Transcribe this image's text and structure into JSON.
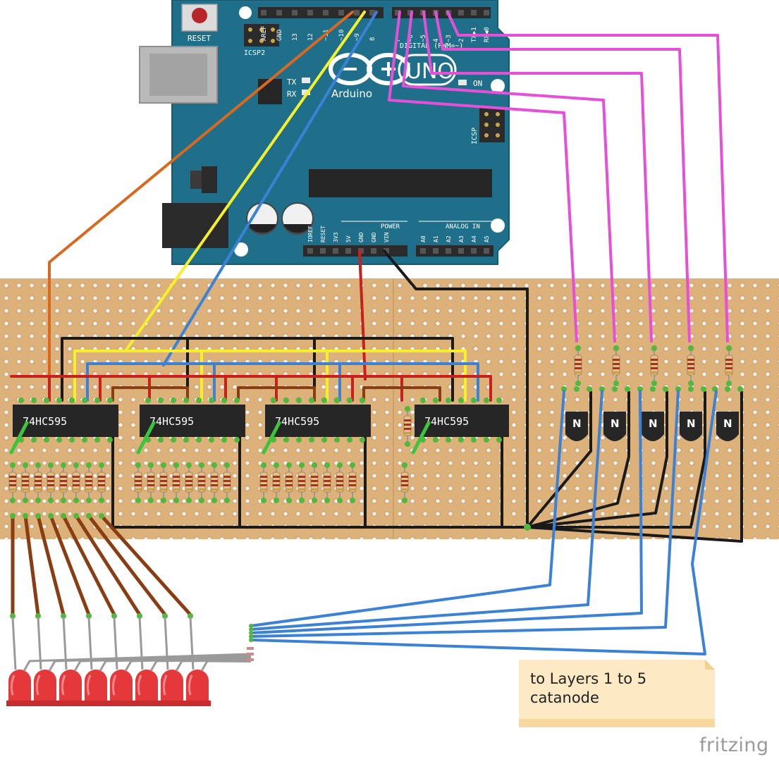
{
  "board": {
    "name": "UNO",
    "brand": "Arduino",
    "reset_label": "RESET",
    "icsp2_label": "ICSP2",
    "icsp_label": "ICSP",
    "tx_label": "TX",
    "rx_label": "RX",
    "on_label": "ON",
    "digital_label": "DIGITAL (PWM=~)",
    "power_label": "POWER",
    "analog_label": "ANALOG IN",
    "digital_pins_left": [
      "AREF",
      "GND",
      "13",
      "12",
      "~11",
      "~10",
      "~9",
      "8"
    ],
    "digital_pins_right": [
      "7",
      "~6",
      "~5",
      "4",
      "~3",
      "2",
      "TX▶1",
      "RX◀0"
    ],
    "power_pins": [
      "IOREF",
      "RESET",
      "3V3",
      "5V",
      "GND",
      "GND",
      "VIN"
    ],
    "analog_pins": [
      "A0",
      "A1",
      "A2",
      "A3",
      "A4",
      "A5"
    ]
  },
  "chips": [
    {
      "label": "74HC595"
    },
    {
      "label": "74HC595"
    },
    {
      "label": "74HC595"
    },
    {
      "label": "74HC595"
    }
  ],
  "transistors": [
    {
      "label": "N"
    },
    {
      "label": "N"
    },
    {
      "label": "N"
    },
    {
      "label": "N"
    },
    {
      "label": "N"
    }
  ],
  "note": {
    "line1": "to Layers 1 to 5",
    "line2": "catanode"
  },
  "brand_label": "fritzing",
  "colors": {
    "board": "#1f6f8b",
    "perfboard": "#dcb17a",
    "wire_orange": "#d9691f",
    "wire_yellow": "#f5f02a",
    "wire_blue": "#3b82d6",
    "wire_magenta": "#e64fd8",
    "wire_red": "#c8201d",
    "wire_black": "#1a1a1a",
    "wire_brown": "#8a3d12",
    "led": "#e5383b",
    "note": "#fde9c4"
  }
}
